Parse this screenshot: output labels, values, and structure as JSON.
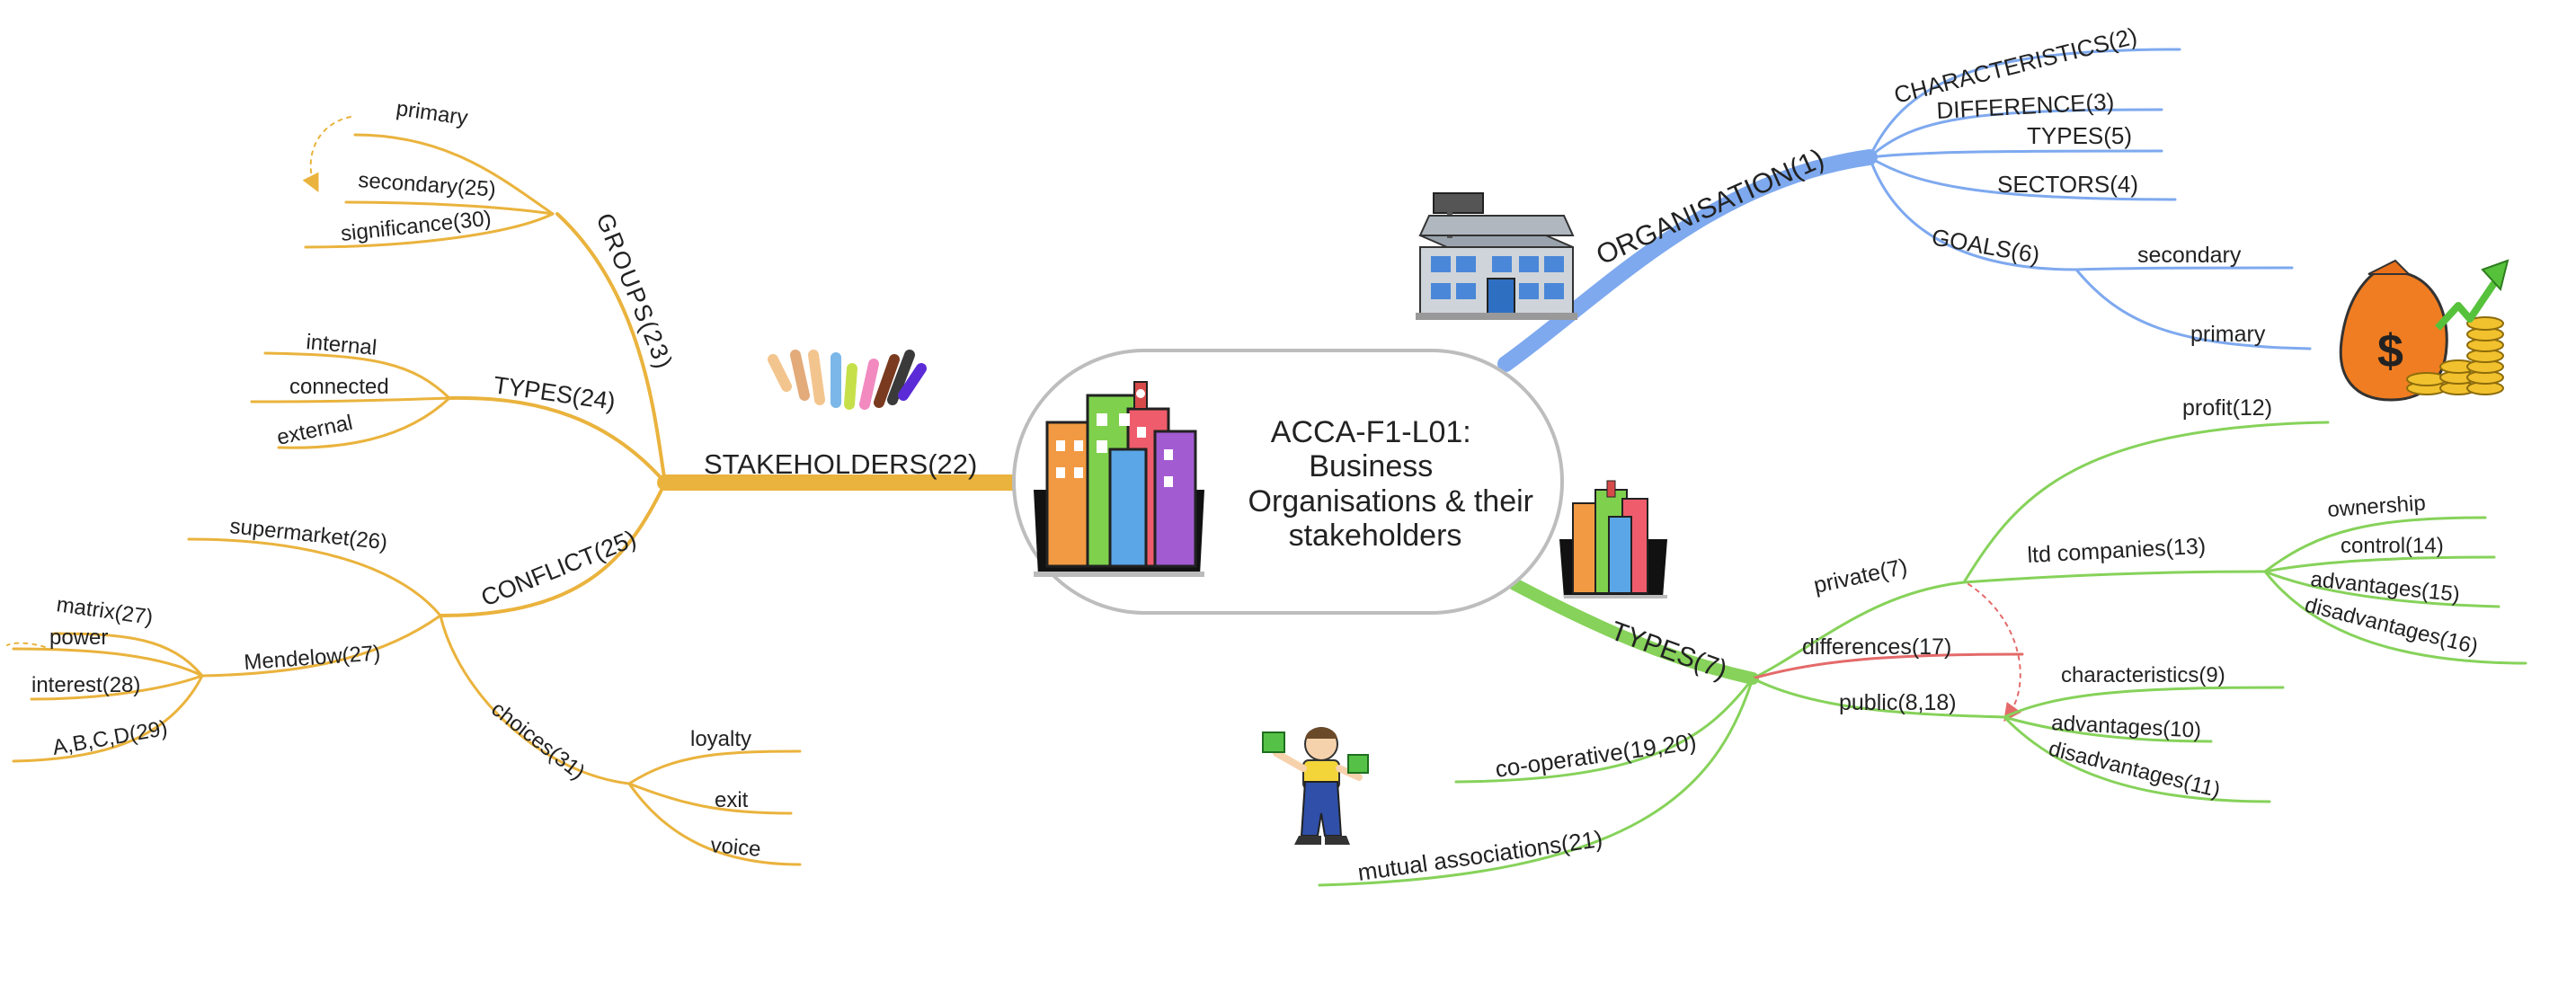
{
  "center": {
    "title_lines": [
      "ACCA-F1-L01:",
      "Business",
      "Organisations & their",
      "stakeholders"
    ]
  },
  "colors": {
    "organisation": "#7ea9ef",
    "types": "#86d25a",
    "stakeholders": "#eab33d",
    "differences": "#e46a6a",
    "center_border": "#bdbdbd"
  },
  "organisation": {
    "label": "ORGANISATION(1)",
    "children": [
      "CHARACTERISTICS(2)",
      "DIFFERENCE(3)",
      "TYPES(5)",
      "SECTORS(4)",
      "GOALS(6)"
    ],
    "goals": [
      "secondary",
      "primary"
    ]
  },
  "types": {
    "label": "TYPES(7)",
    "private": "private(7)",
    "profit": "profit(12)",
    "ltd": "ltd companies(13)",
    "ltd_children": [
      "ownership",
      "control(14)",
      "advantages(15)",
      "disadvantages(16)"
    ],
    "differences": "differences(17)",
    "public": "public(8,18)",
    "public_children": [
      "characteristics(9)",
      "advantages(10)",
      "disadvantages(11)"
    ],
    "cooperative": "co-operative(19,20)",
    "mutual": "mutual associations(21)"
  },
  "stakeholders": {
    "label": "STAKEHOLDERS(22)",
    "groups": "GROUPS(23)",
    "groups_children": [
      "primary",
      "secondary(25)",
      "significance(30)"
    ],
    "types": "TYPES(24)",
    "types_children": [
      "internal",
      "connected",
      "external"
    ],
    "conflict": "CONFLICT(25)",
    "supermarket": "supermarket(26)",
    "mendelow": "Mendelow(27)",
    "mendelow_children": [
      "matrix(27)",
      "power",
      "interest(28)",
      "A,B,C,D(29)"
    ],
    "choices": "choices(31)",
    "choices_children": [
      "loyalty",
      "exit",
      "voice"
    ]
  },
  "icons": [
    "building-cartoon-icon",
    "office-building-icon",
    "money-bag-icon",
    "raised-hands-icon",
    "small-building-icon",
    "worker-icon"
  ]
}
